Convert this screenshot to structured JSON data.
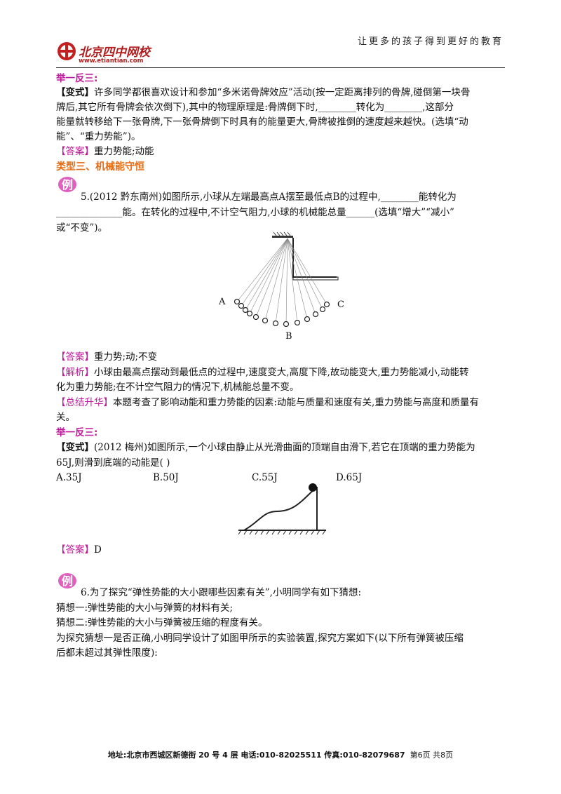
{
  "header": {
    "slogan": "让更多的孩子得到更好的教育",
    "logo_name": "北京四中网校",
    "logo_url": "www.etiantian.com"
  },
  "sec1": {
    "heading": "举一反三:",
    "variant_tag": "【变式】",
    "variant_l1": "许多同学都很喜欢设计和参加“多米诺骨牌效应”活动(按一定距离排列的骨牌,碰倒第一块骨",
    "variant_l2": "牌后,其它所有骨牌会依次倒下),其中的物理原理是:骨牌倒下时,________转化为________,这部分",
    "variant_l3": "能量就转移给下一张骨牌,下一张骨牌倒下时具有的能量更大,骨牌被推倒的速度越来越快。(选填“动",
    "variant_l4": "能”、“重力势能”)。",
    "answer_tag": "【答案】",
    "answer": "重力势能;动能"
  },
  "type3_title": "类型三、机械能守恒",
  "ex5": {
    "badge": "例",
    "l1": "5.(2012 黔东南州)如图所示,小球从左端最高点A摆至最低点B的过程中,________能转化为",
    "l2": "______________能。在转化的过程中,不计空气阻力,小球的机械能总量______(选填“增大”“减小”",
    "l3": "或“不变”)。",
    "fig_A": "A",
    "fig_B": "B",
    "fig_C": "C",
    "answer_tag": "【答案】",
    "answer": "重力势;动;不变",
    "analysis_tag": "【解析】",
    "analysis_l1": "小球由最高点摆动到最低点的过程中,速度变大,高度下降,故动能变大,重力势能减小,动能转",
    "analysis_l2": "化为重力势能;在不计空气阻力的情况下,机械能总量不变。",
    "summary_tag": "【总结升华】",
    "summary_l1": "本题考查了影响动能和重力势能的因素:动能与质量和速度有关,重力势能与高度和质量有",
    "summary_l2": "关。"
  },
  "sec2": {
    "heading": "举一反三:",
    "variant_tag": "【变式】",
    "variant_l1": "(2012 梅州)如图所示,一个小球由静止从光滑曲面的顶端自由滑下,若它在顶端的重力势能为",
    "variant_l2": "65J,则滑到底端的动能是(      )",
    "options": [
      "A.35J",
      "B.50J",
      "C.55J",
      "D.65J"
    ],
    "answer_tag": "【答案】",
    "answer": "D"
  },
  "ex6": {
    "badge": "例",
    "l1": "6.为了探究“弹性势能的大小跟哪些因素有关”,小明同学有如下猜想:",
    "l2": "猜想一:弹性势能的大小与弹簧的材料有关;",
    "l3": "猜想二:弹性势能的大小与弹簧被压缩的程度有关。",
    "l4": "为探究猜想一是否正确,小明同学设计了如图甲所示的实验装置,探究方案如下(以下所有弹簧被压缩",
    "l5": "后都未超过其弹性限度):"
  },
  "footer": {
    "address": "地址:北京市西城区新德街 20 号 4 层  电话:010-82025511  传真:010-82079687",
    "page": "第6页  共8页"
  }
}
